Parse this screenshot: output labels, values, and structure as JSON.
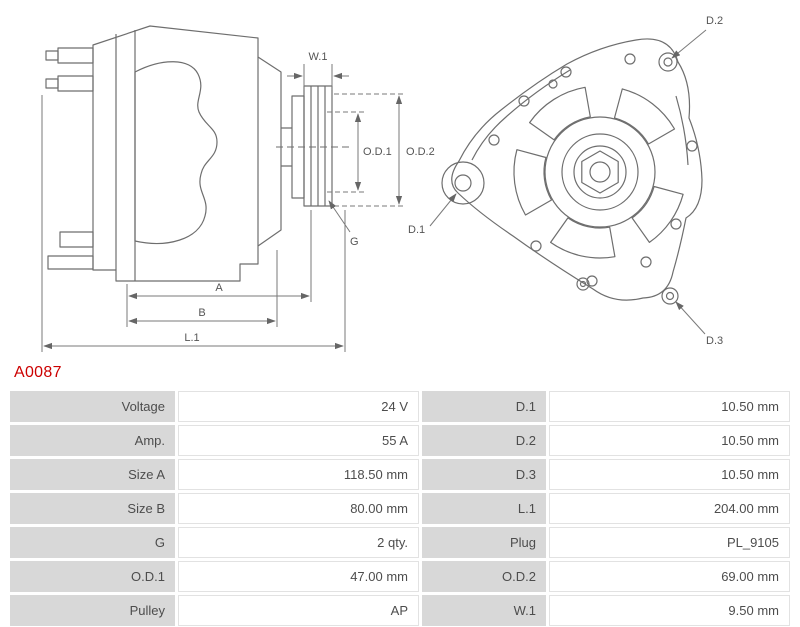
{
  "part_number": "A0087",
  "diagram": {
    "labels": {
      "w1": "W.1",
      "od1": "O.D.1",
      "od2": "O.D.2",
      "g": "G",
      "a": "A",
      "b": "B",
      "l1": "L.1",
      "d1": "D.1",
      "d2": "D.2",
      "d3": "D.3"
    }
  },
  "table": {
    "rows": [
      {
        "label1": "Voltage",
        "value1": "24 V",
        "label2": "D.1",
        "value2": "10.50 mm"
      },
      {
        "label1": "Amp.",
        "value1": "55 A",
        "label2": "D.2",
        "value2": "10.50 mm"
      },
      {
        "label1": "Size A",
        "value1": "118.50 mm",
        "label2": "D.3",
        "value2": "10.50 mm"
      },
      {
        "label1": "Size B",
        "value1": "80.00 mm",
        "label2": "L.1",
        "value2": "204.00 mm"
      },
      {
        "label1": "G",
        "value1": "2 qty.",
        "label2": "Plug",
        "value2": "PL_9105"
      },
      {
        "label1": "O.D.1",
        "value1": "47.00 mm",
        "label2": "O.D.2",
        "value2": "69.00 mm"
      },
      {
        "label1": "Pulley",
        "value1": "AP",
        "label2": "W.1",
        "value2": "9.50 mm"
      }
    ]
  },
  "colors": {
    "accent_red": "#cc0000",
    "cell_gray": "#d8d8d8",
    "line_gray": "#6e6e6e"
  }
}
